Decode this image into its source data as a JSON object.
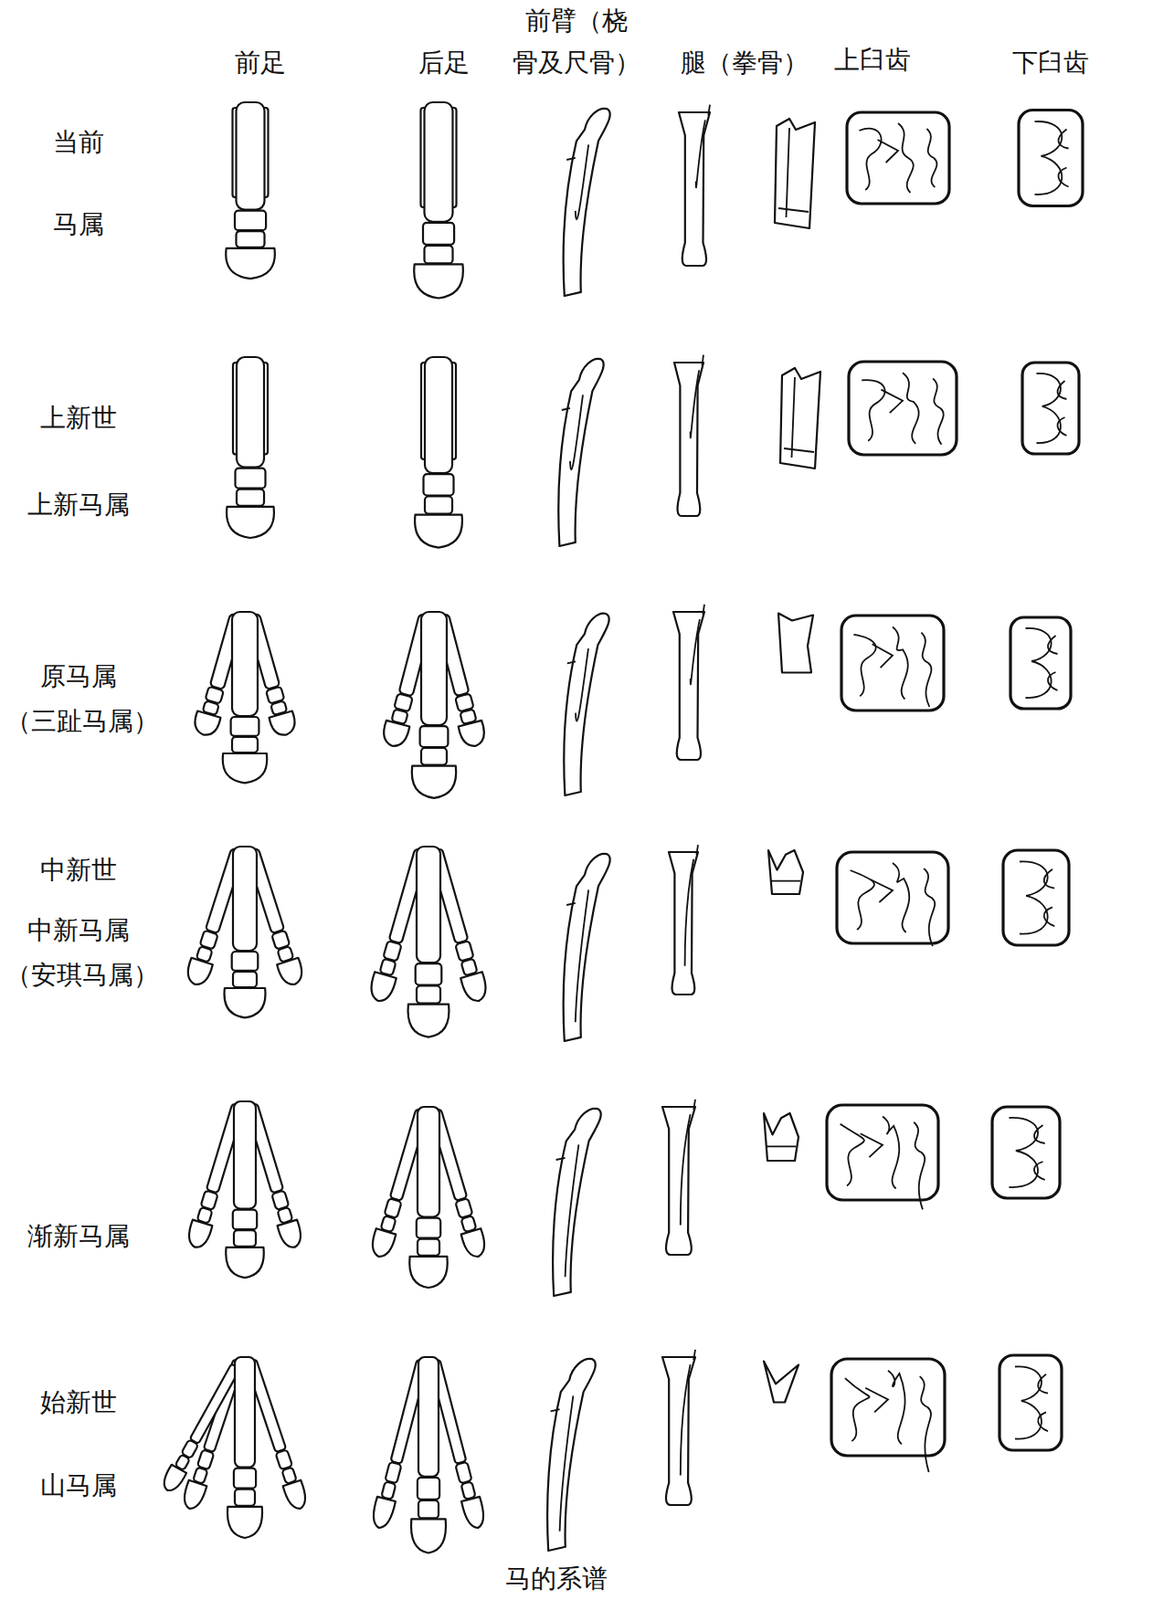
{
  "diagram": {
    "caption": "马的系谱",
    "labels": [
      "前足",
      "后足",
      "前臂（桡 骨及尺骨）",
      "腿（拳骨）",
      "上臼齿",
      "下臼齿",
      "当前",
      "马属",
      "上新世",
      "上新马属",
      "原马属",
      "（三趾马属）",
      "中新世",
      "中新马属",
      "（安琪马属）",
      "渐新马属",
      "始新世",
      "山马属"
    ]
  }
}
